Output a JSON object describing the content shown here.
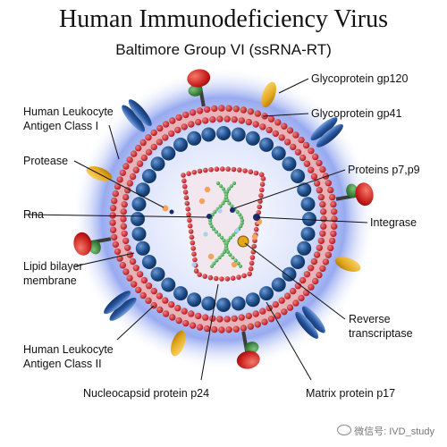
{
  "header": {
    "title": "Human Immunodeficiency Virus",
    "subtitle": "Baltimore Group  VI (ssRNA-RT)"
  },
  "labels": {
    "gp120": "Glycoprotein  gp120",
    "gp41": "Glycoprotein gp41",
    "hla1_l1": "Human Leukocyte",
    "hla1_l2": "Antigen Class I",
    "protease": "Protease",
    "p7p9": "Proteins p7,p9",
    "rna": "Rna",
    "integrase": "Integrase",
    "lipid_l1": "Lipid bilayer",
    "lipid_l2": "membrane",
    "rt_l1": "Reverse",
    "rt_l2": "transcriptase",
    "hla2_l1": "Human Leukocyte",
    "hla2_l2": "Antigen Class II",
    "p24": "Nucleocapsid protein p24",
    "p17": "Matrix protein p17"
  },
  "watermark": {
    "text": "微信号: IVD_study",
    "icon": "wechat-icon"
  },
  "colors": {
    "membrane": "#c8202a",
    "matrix": "#1e4f8c",
    "rna": "#3aa35b",
    "gp120": "#d22b2b",
    "gp41": "#2a7a2a",
    "hla": "#e0a81a",
    "glow": "#8aa2f0"
  }
}
